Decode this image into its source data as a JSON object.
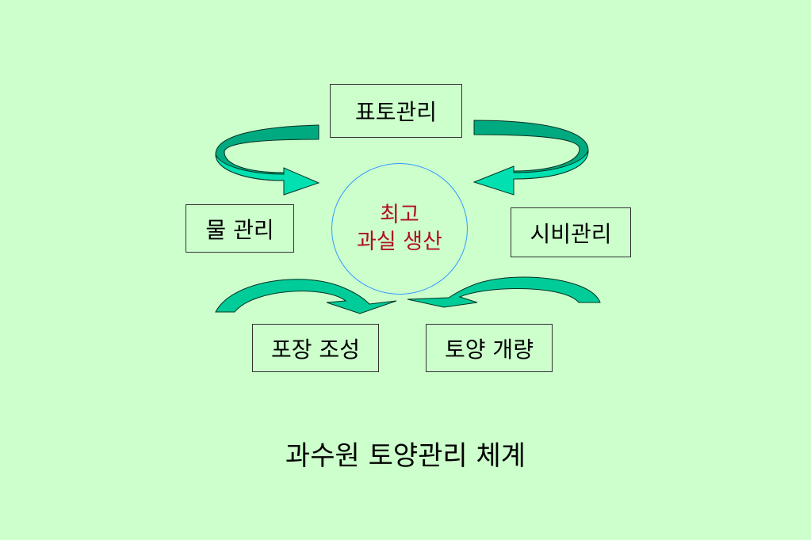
{
  "diagram": {
    "top_box": "표토관리",
    "left_box": "물 관리",
    "right_box": "시비관리",
    "bottom_left_box": "포장 조성",
    "bottom_right_box": "토양 개량",
    "center_line1": "최고",
    "center_line2": "과실 생산"
  },
  "caption": "과수원 토양관리 체계",
  "colors": {
    "background": "#ccffcc",
    "arrow_fill": "#00cc99",
    "arrow_dark": "#007755",
    "center_text": "#b01020",
    "circle_border": "#3399ff"
  }
}
